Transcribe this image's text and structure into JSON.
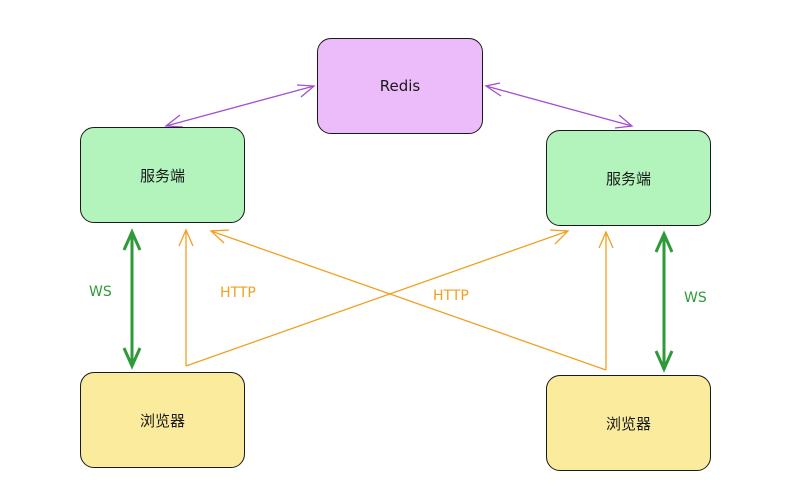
{
  "nodes": {
    "redis": {
      "label": "Redis",
      "fill": "#ecbbf9"
    },
    "server_left": {
      "label": "服务端",
      "fill": "#b3f3bc"
    },
    "server_right": {
      "label": "服务端",
      "fill": "#b3f3bc"
    },
    "browser_left": {
      "label": "浏览器",
      "fill": "#fbeb9c"
    },
    "browser_right": {
      "label": "浏览器",
      "fill": "#fbeb9c"
    }
  },
  "edge_labels": {
    "ws_left": "WS",
    "http_left": "HTTP",
    "http_right": "HTTP",
    "ws_right": "WS"
  },
  "colors": {
    "redis_link": "#a34fd1",
    "http": "#f0a023",
    "ws": "#2e9a39",
    "border": "#1a1a1a"
  }
}
